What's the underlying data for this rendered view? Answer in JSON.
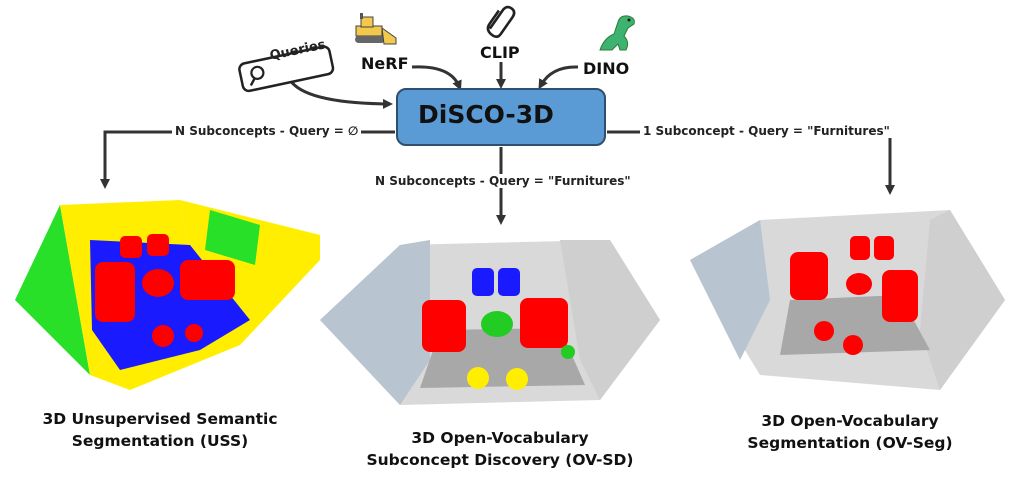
{
  "core": {
    "name": "DiSCO-3D"
  },
  "inputs": {
    "queries": "Queries",
    "nerf": "NeRF",
    "clip": "CLIP",
    "dino": "DINO"
  },
  "edges": {
    "left": "N Subconcepts - Query = ∅",
    "center": "N Subconcepts - Query = \"Furnitures\"",
    "right": "1 Subconcept - Query = \"Furnitures\""
  },
  "outputs": [
    {
      "line1": "3D Unsupervised Semantic",
      "line2": "Segmentation (USS)"
    },
    {
      "line1": "3D Open-Vocabulary",
      "line2": "Subconcept Discovery (OV-SD)"
    },
    {
      "line1": "3D Open-Vocabulary",
      "line2": "Segmentation (OV-Seg)"
    }
  ],
  "icons": [
    "magnifier-icon",
    "bulldozer-icon",
    "paperclip-icon",
    "dinosaur-icon",
    "dancer-icon"
  ],
  "colors": {
    "core_fill": "#5b9bd5",
    "segment_red": "#ff0000",
    "segment_blue": "#1a1aff",
    "segment_green": "#22cc22",
    "segment_yellow": "#ffee00"
  }
}
